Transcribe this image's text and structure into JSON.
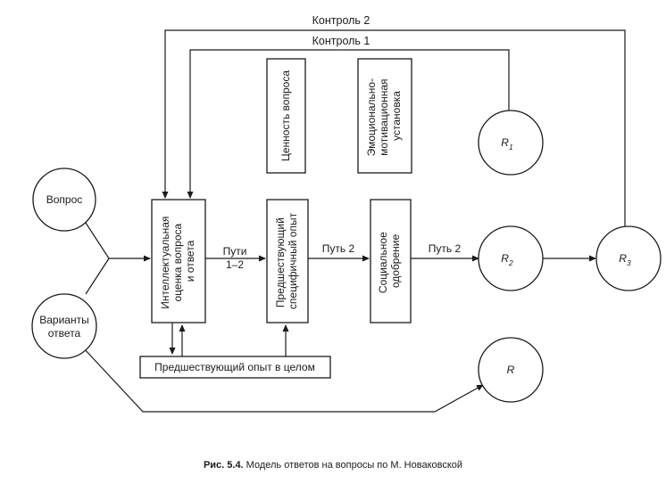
{
  "nodes": {
    "question": "Вопрос",
    "answer_options_line1": "Варианты",
    "answer_options_line2": "ответа",
    "intellectual_line1": "Интеллектуальная",
    "intellectual_line2": "оценка вопроса",
    "intellectual_line3": "и ответа",
    "specific_line1": "Предшествующий",
    "specific_line2": "специфичный опыт",
    "social_line1": "Социальное",
    "social_line2": "одобрение",
    "value": "Ценность вопроса",
    "emo_line1": "Эмоционально-",
    "emo_line2": "мотивационная",
    "emo_line3": "установка",
    "general_experience": "Предшествующий опыт в целом",
    "r1_base": "R",
    "r1_sub": "1",
    "r2_base": "R",
    "r2_sub": "2",
    "r3_base": "R",
    "r3_sub": "3",
    "r_base": "R"
  },
  "edges": {
    "control1": "Контроль 1",
    "control2": "Контроль 2",
    "paths12_line1": "Пути",
    "paths12_line2": "1–2",
    "path2_a": "Путь 2",
    "path2_b": "Путь 2"
  },
  "caption": {
    "label": "Рис. 5.4.",
    "text": " Модель ответов на вопросы по М. Новаковской"
  }
}
